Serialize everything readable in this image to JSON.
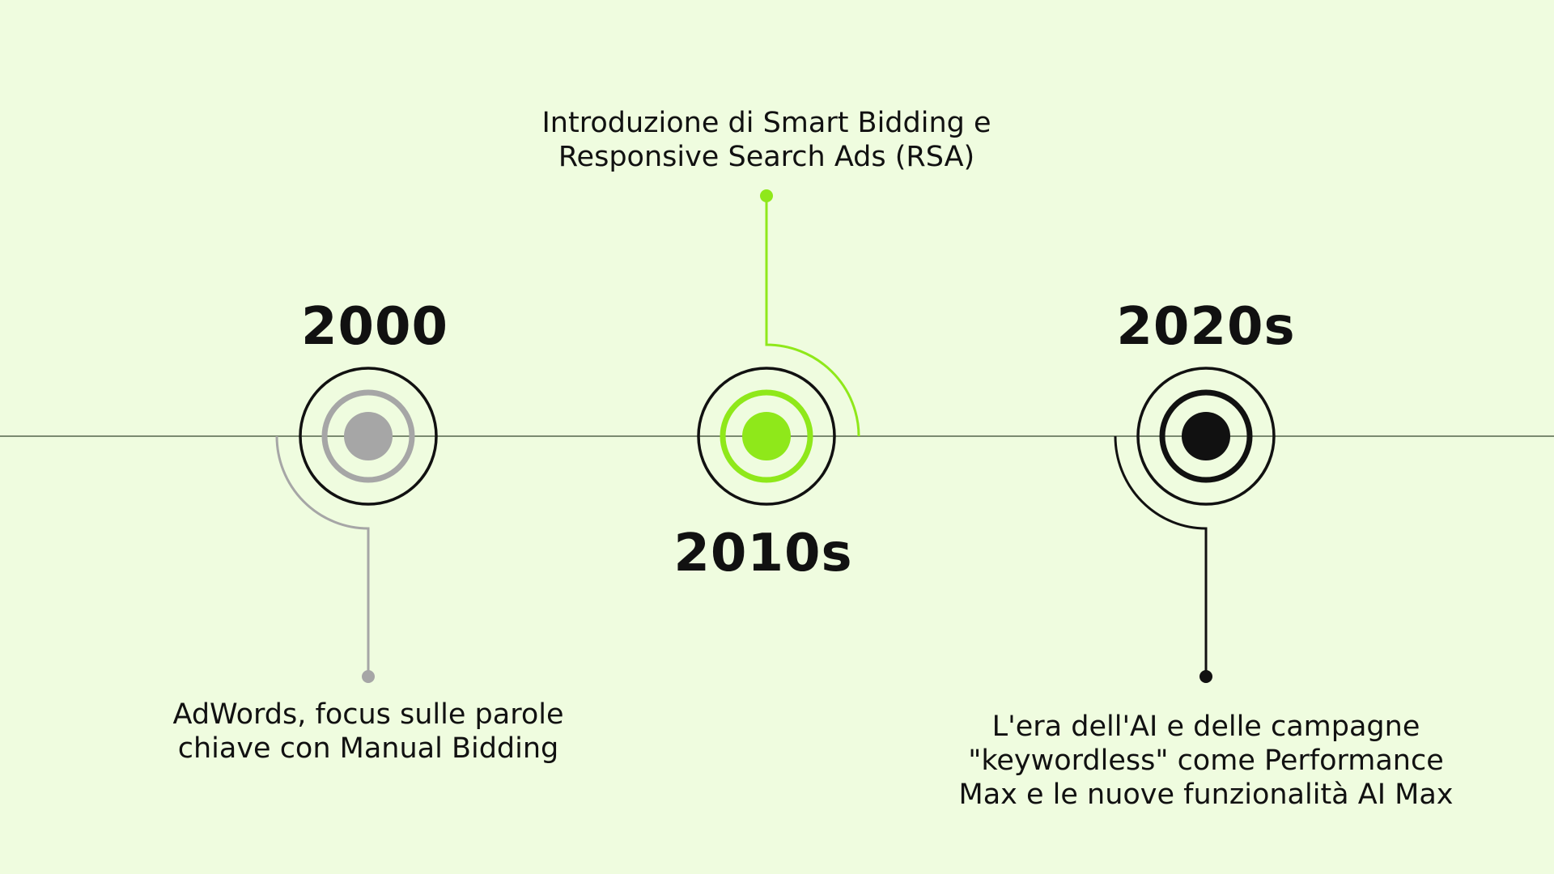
{
  "colors": {
    "background": "#effcdf",
    "gray": "#a6a6a6",
    "green": "#8fe81a",
    "black": "#111111",
    "axis": "#7a8a70"
  },
  "milestones": [
    {
      "year": "2000",
      "description": "AdWords, focus sulle parole\nchiave con Manual Bidding"
    },
    {
      "year": "2010s",
      "description": "Introduzione di Smart Bidding e\nResponsive Search Ads (RSA)"
    },
    {
      "year": "2020s",
      "description": "L'era dell'AI e delle campagne\n\"keywordless\" come Performance\nMax e le nuove funzionalità AI Max"
    }
  ]
}
